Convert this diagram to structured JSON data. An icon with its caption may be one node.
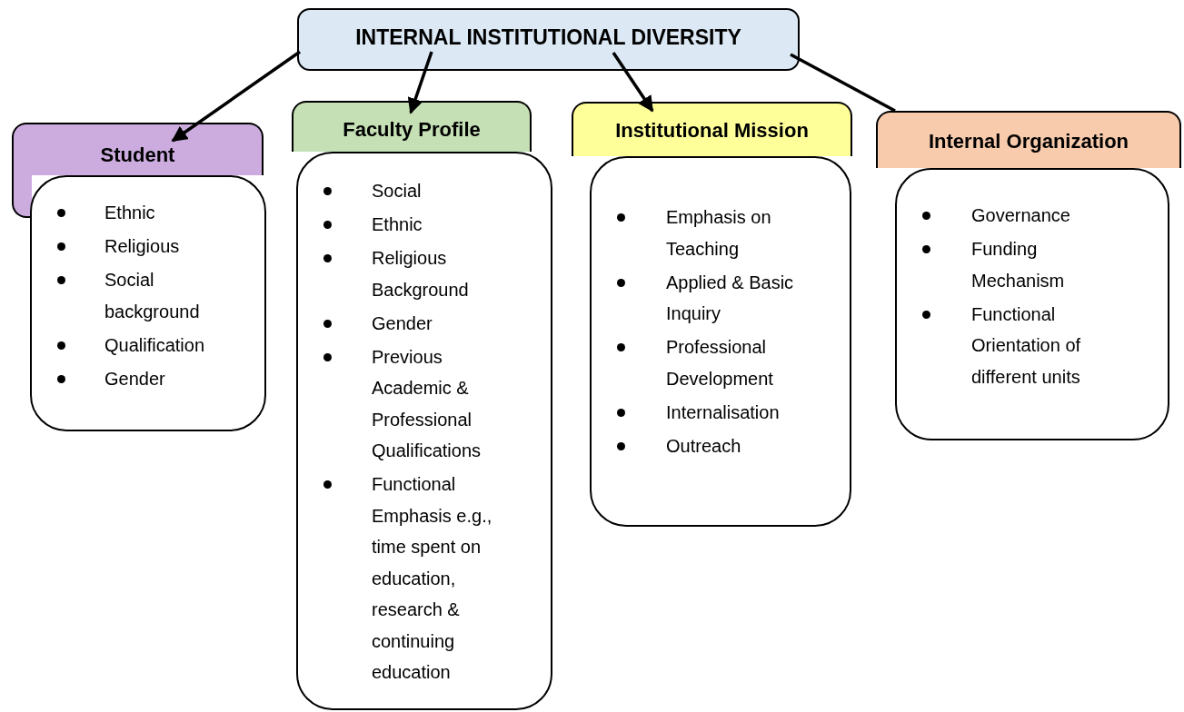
{
  "diagram": {
    "nodes": [
      {
        "text": [
          "INTERNAL INSTITUTIONAL DIVERSITY"
        ]
      },
      {
        "text": [
          "Student"
        ]
      },
      {
        "text": [
          "Ethnic",
          "Religious",
          "Social background",
          "Qualification",
          "Gender"
        ]
      },
      {
        "text": [
          "Faculty Profile"
        ]
      },
      {
        "text": [
          "Social",
          "Ethnic",
          "Religious Background",
          "Gender",
          "Previous Academic & Professional Qualifications",
          "Functional Emphasis e.g., time spent on education, research & continuing education"
        ]
      },
      {
        "text": [
          "Institutional Mission"
        ]
      },
      {
        "text": [
          "Emphasis on Teaching",
          "Applied & Basic Inquiry",
          "Professional Development",
          "Internalisation",
          "Outreach"
        ]
      },
      {
        "text": [
          "Internal Organization"
        ]
      },
      {
        "text": [
          "Governance",
          "Funding Mechanism",
          "Functional Orientation of different units"
        ]
      }
    ],
    "edges": [
      {
        "from": 0,
        "to": 1,
        "arrow": "to"
      },
      {
        "from": 0,
        "to": 3,
        "arrow": "to"
      },
      {
        "from": 0,
        "to": 5,
        "arrow": "to"
      },
      {
        "from": 0,
        "to": 7,
        "arrow": "none"
      }
    ]
  }
}
